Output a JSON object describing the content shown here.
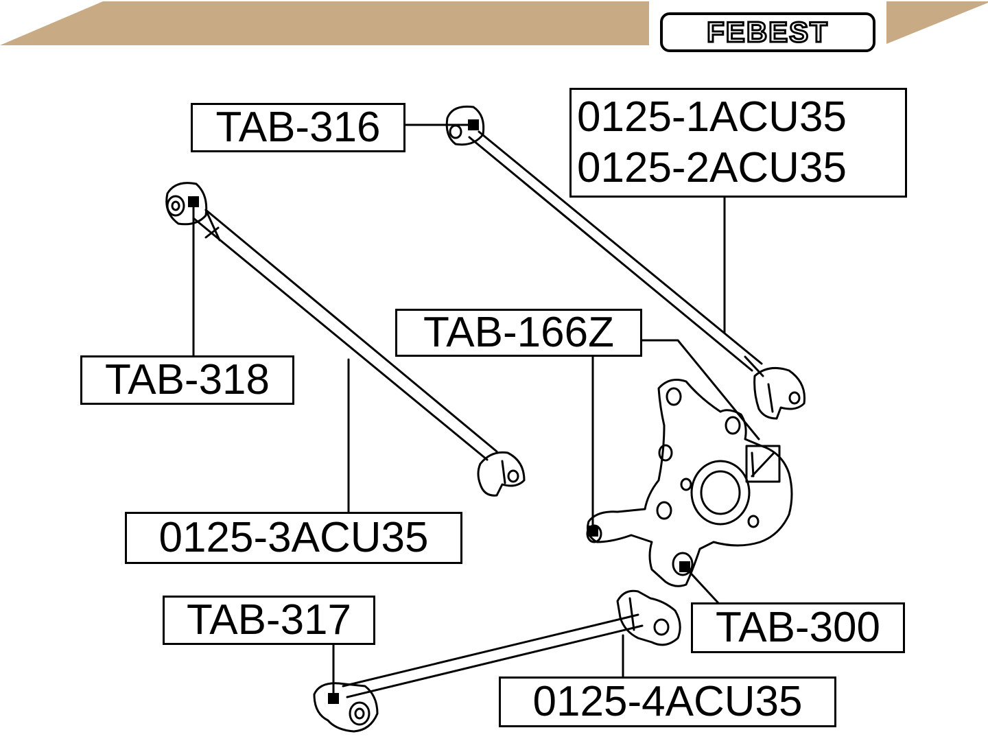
{
  "brand": {
    "name": "FEBEST",
    "accent_color": "#c8ab84"
  },
  "parts": {
    "tab316": "TAB-316",
    "arm_upper_1": "0125-1ACU35",
    "arm_upper_2": "0125-2ACU35",
    "tab318": "TAB-318",
    "tab166z": "TAB-166Z",
    "arm_3": "0125-3ACU35",
    "tab317": "TAB-317",
    "tab300": "TAB-300",
    "arm_4": "0125-4ACU35"
  }
}
